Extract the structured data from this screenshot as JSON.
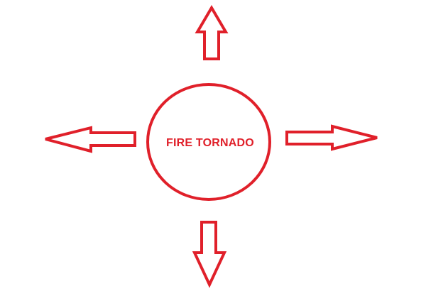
{
  "diagram": {
    "center_label": "FIRE TORNADO",
    "arrow_directions": [
      "up",
      "right",
      "down",
      "left"
    ],
    "colors": {
      "stroke": "#e0202a",
      "text": "#e0202a",
      "background": "#ffffff"
    }
  }
}
